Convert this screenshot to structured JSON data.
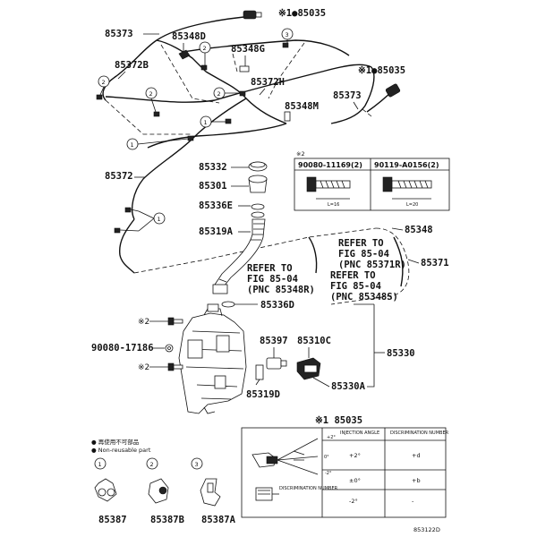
{
  "parts": {
    "p85035_top": "※1●85035",
    "p85373_top": "85373",
    "p85348D": "85348D",
    "p85348G": "85348G",
    "p85372B": "85372B",
    "p85372H": "85372H",
    "p85035_right": "※1●85035",
    "p85373_right": "85373",
    "p85348M": "85348M",
    "p85372": "85372",
    "p85332": "85332",
    "p85301": "85301",
    "p85336E": "85336E",
    "p85319A": "85319A",
    "p85348": "85348",
    "p85371": "85371",
    "p85336D": "85336D",
    "p90080_17186": "90080-17186",
    "p85397": "85397",
    "p85310C": "85310C",
    "p85330": "85330",
    "p85319D": "85319D",
    "p85330A": "85330A",
    "p_note2_a": "※2",
    "p_note2_b": "※2"
  },
  "callouts": {
    "c1": "1",
    "c2": "2",
    "c3": "3"
  },
  "refer": {
    "r1": [
      "REFER TO",
      "FIG 85-04",
      "(PNC 85371R)"
    ],
    "r2": [
      "REFER TO",
      "FIG 85-04",
      "(PNC 85348R)"
    ],
    "r3": [
      "REFER TO",
      "FIG 85-04",
      "(PNC 85348S)"
    ]
  },
  "bolt_table": {
    "note": "※2",
    "col1": "90080-11169(2)",
    "col2": "90119-A0156(2)",
    "len1": "L=16",
    "len2": "L=20"
  },
  "legend": {
    "line1": "● 再使用不可部品",
    "line2": "● Non-reusable part"
  },
  "clips": [
    {
      "num": "1",
      "part": "85387"
    },
    {
      "num": "2",
      "part": "85387B"
    },
    {
      "num": "3",
      "part": "85387A"
    }
  ],
  "nozzle_table": {
    "title": "※1  85035",
    "col_angle": "INJECTION ANGLE",
    "col_num": "DISCRIMINATION NUMBER",
    "rows": [
      {
        "angle": "+2°",
        "num": "+d"
      },
      {
        "angle": "±0°",
        "num": "+b"
      },
      {
        "angle": "-2°",
        "num": "-"
      }
    ],
    "fan_labels": [
      "+2°",
      "0°",
      "-2°"
    ],
    "disc_label": "DISCRIMINATION NUMBER"
  },
  "figure_id": "853122D"
}
